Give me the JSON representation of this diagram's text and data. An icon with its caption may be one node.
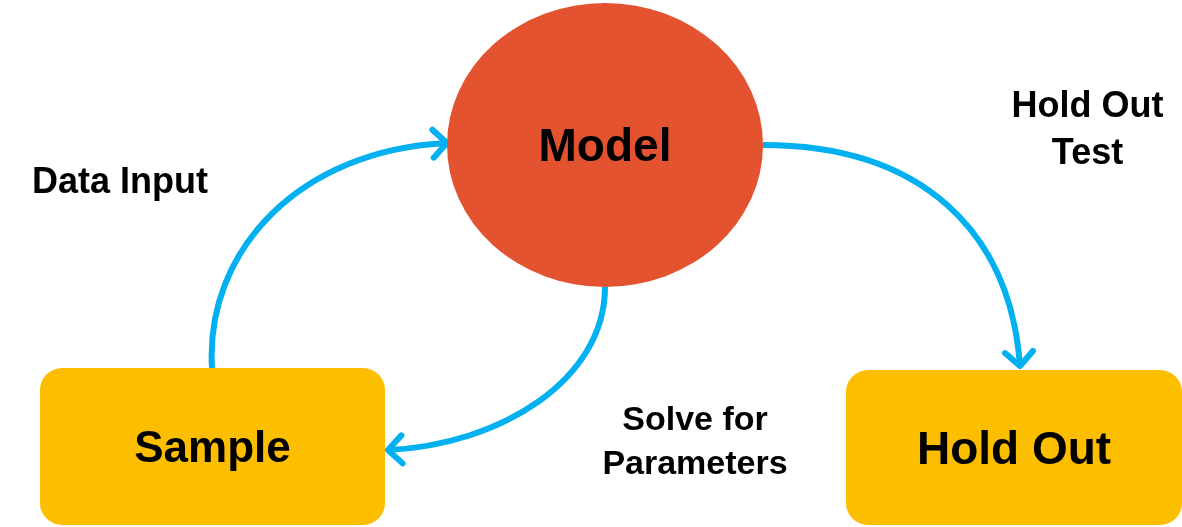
{
  "diagram": {
    "nodes": [
      {
        "text": [
          "Model"
        ]
      },
      {
        "text": [
          "Sample"
        ]
      },
      {
        "text": [
          "Hold Out"
        ]
      }
    ],
    "edges": [
      {
        "from": 1,
        "to": 0,
        "arrow": "to",
        "label": "Data Input"
      },
      {
        "from": 0,
        "to": 1,
        "arrow": "to",
        "label": "Solve for Parameters"
      },
      {
        "from": 0,
        "to": 2,
        "arrow": "to",
        "label": "Hold Out Test"
      }
    ]
  }
}
